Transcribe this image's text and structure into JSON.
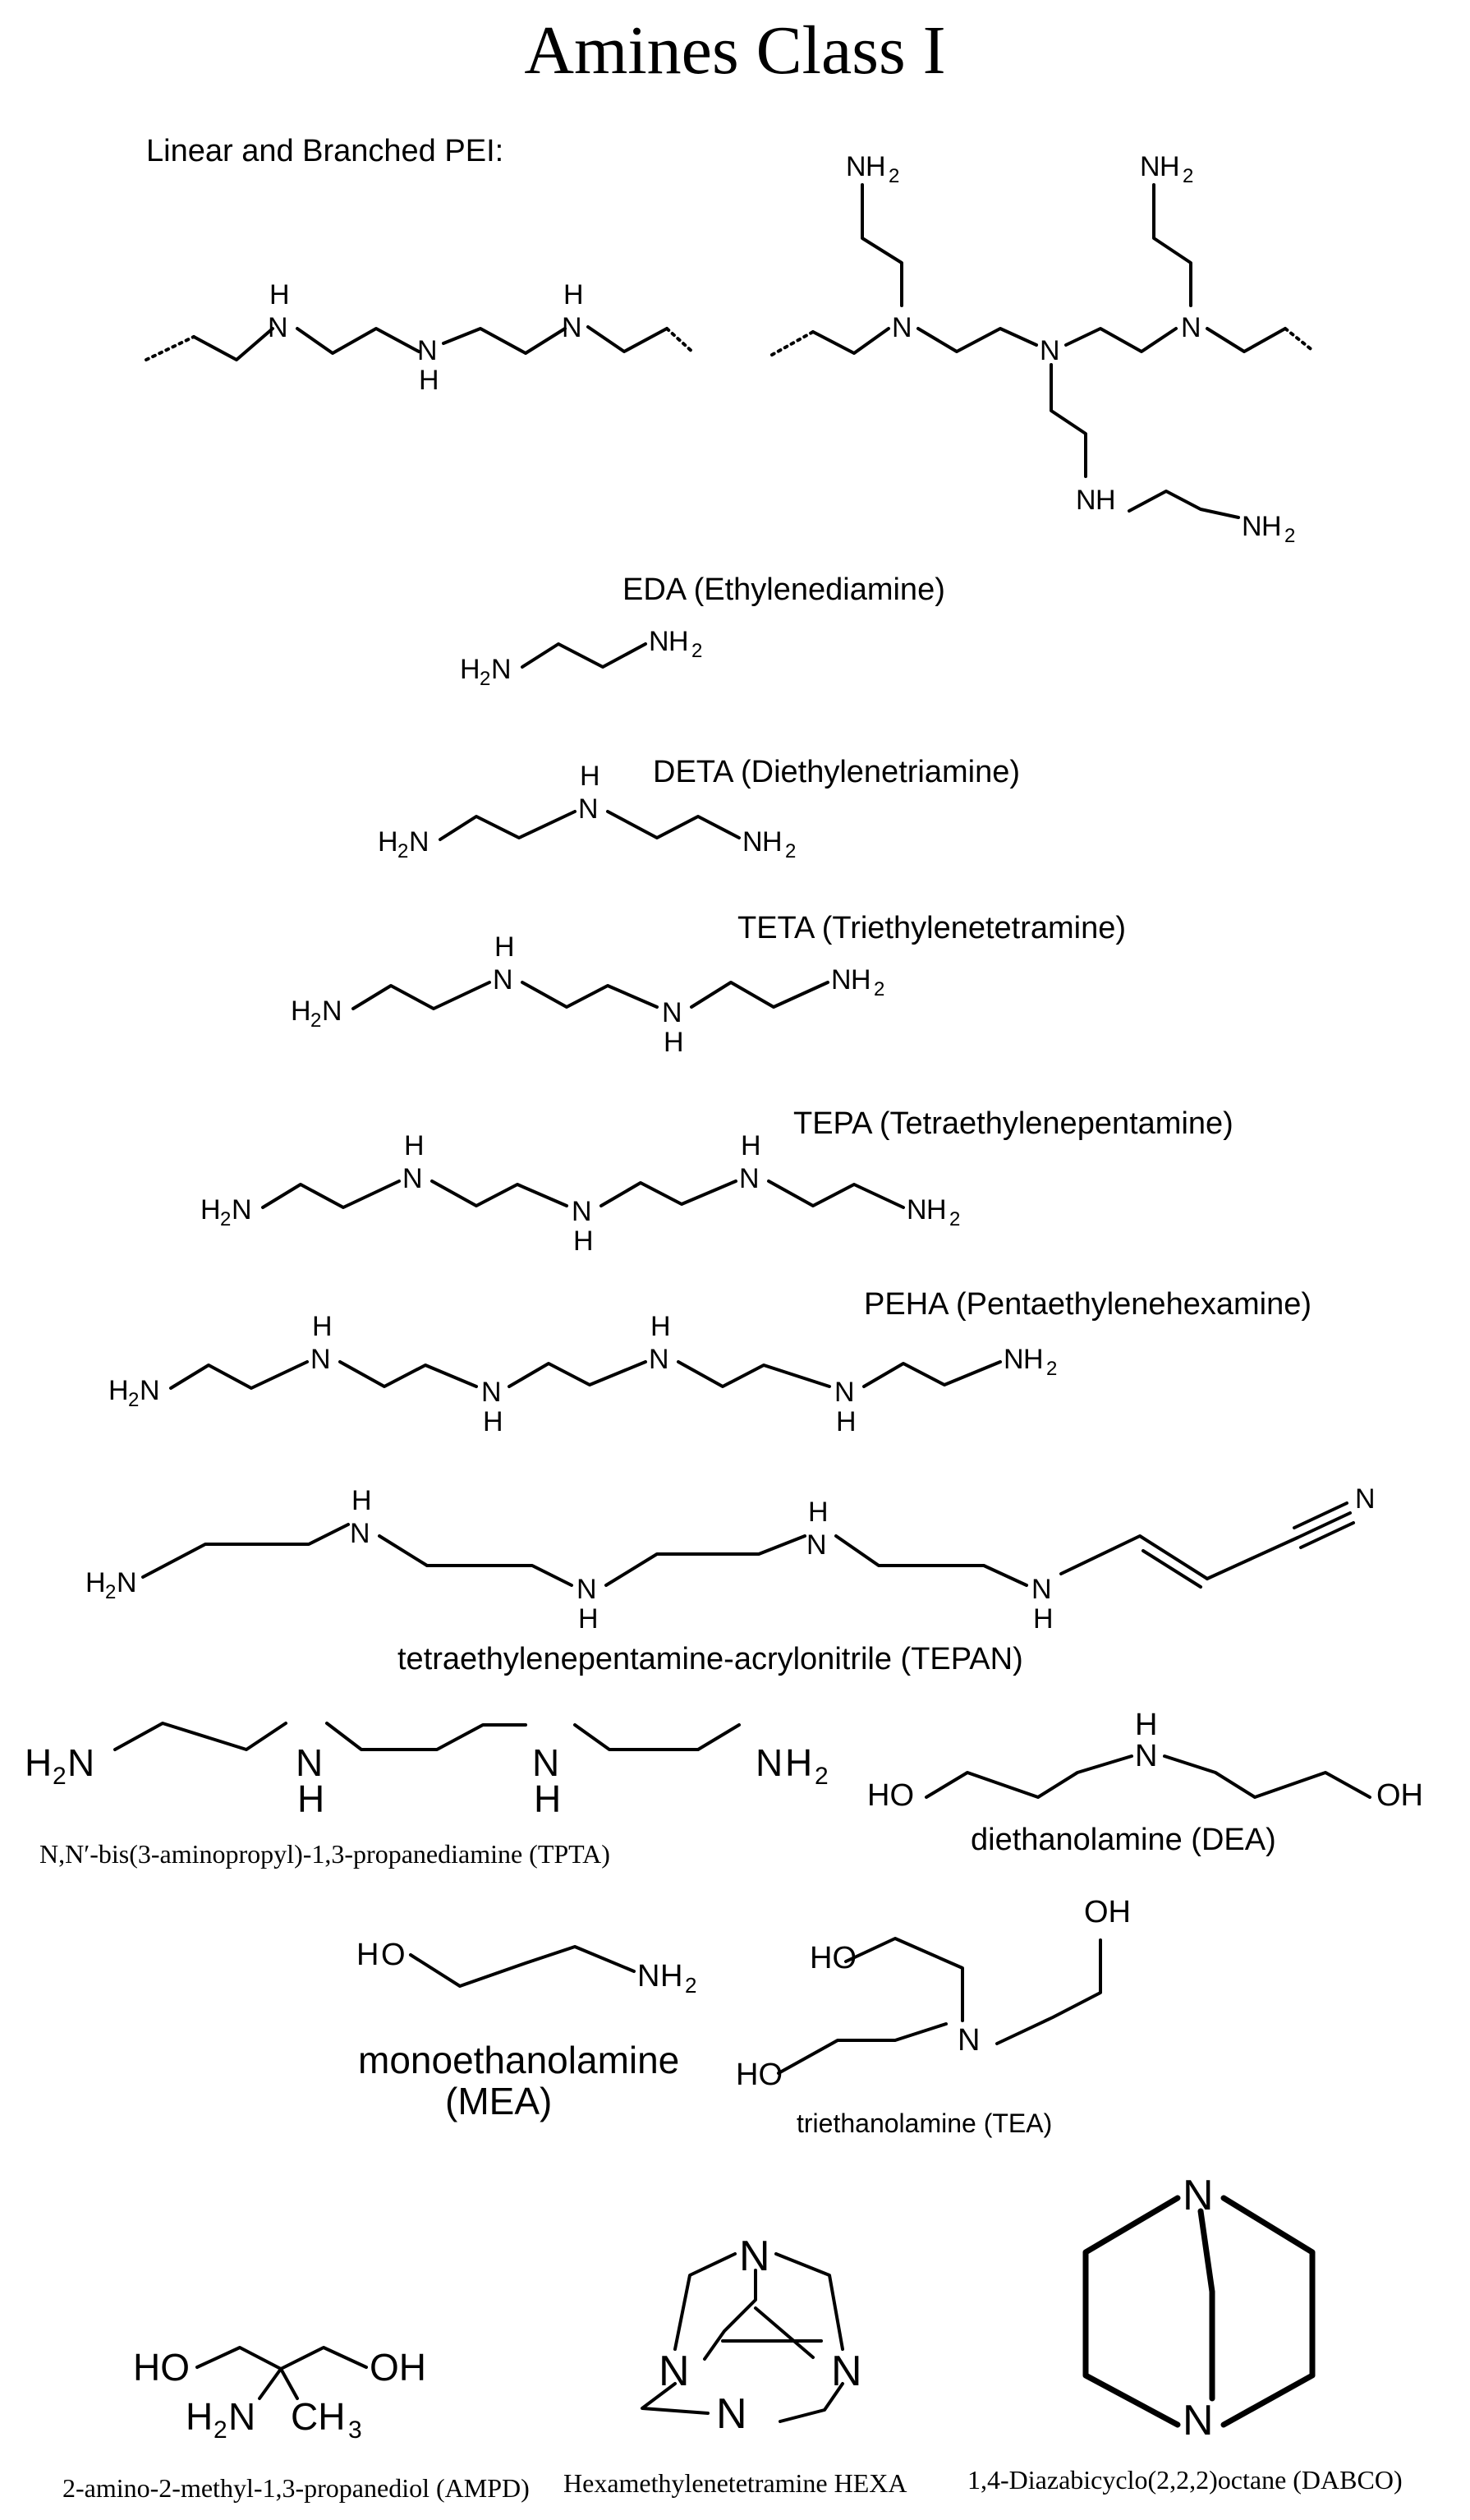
{
  "title": "Amines Class I",
  "pei": {
    "label": "Linear and Branched PEI:",
    "atoms": {
      "H": "H",
      "N": "N",
      "NH": "NH",
      "NH2": "NH"
    }
  },
  "eda": {
    "label": "EDA (Ethylenediamine)",
    "left": "H",
    "right": "NH"
  },
  "deta": {
    "label": "DETA (Diethylenetriamine)"
  },
  "teta": {
    "label": "TETA (Triethylenetetramine)"
  },
  "tepa": {
    "label": "TEPA (Tetraethylenepentamine)"
  },
  "peha": {
    "label": "PEHA (Pentaethylenehexamine)"
  },
  "tepan": {
    "label": "tetraethylenepentamine-acrylonitrile (TEPAN)"
  },
  "tpta": {
    "label": "N,N′-bis(3-aminopropyl)-1,3-propanediamine  (TPTA)"
  },
  "dea": {
    "label": "diethanolamine (DEA)",
    "oh": "HO",
    "oh2": "OH"
  },
  "mea": {
    "label1": "monoethanolamine",
    "label2": "(MEA)"
  },
  "tea": {
    "label": "triethanolamine (TEA)"
  },
  "ampd": {
    "label": "2-amino-2-methyl-1,3-propanediol (AMPD)",
    "ch3": "CH"
  },
  "hexa": {
    "label": "Hexamethylenetetramine  HEXA"
  },
  "dabco": {
    "label": "1,4-Diazabicyclo(2,2,2)octane (DABCO)"
  }
}
